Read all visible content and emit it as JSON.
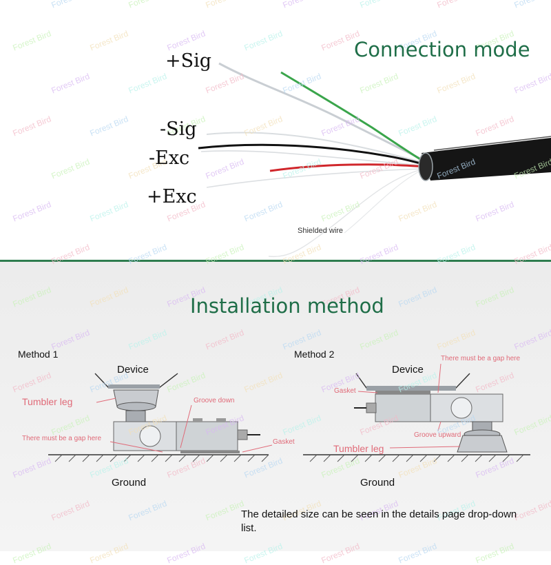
{
  "connection": {
    "title": "Connection mode",
    "wires": {
      "sig_plus": "+Sig",
      "sig_minus": "-Sig",
      "exc_minus": "-Exc",
      "exc_plus": "+Exc"
    },
    "shielded_label": "Shielded wire",
    "colors": {
      "sig_plus": "#cfd3d8",
      "sig_minus": "#39a64a",
      "exc_minus": "#111111",
      "exc_plus": "#d0262b",
      "title": "#1f6e48"
    }
  },
  "installation": {
    "title": "Installation method",
    "method1": {
      "heading": "Method 1",
      "device": "Device",
      "ground": "Ground",
      "tumbler_leg": "Tumbler leg",
      "groove": "Groove down",
      "gap": "There must be a gap here",
      "gasket": "Gasket"
    },
    "method2": {
      "heading": "Method 2",
      "device": "Device",
      "ground": "Ground",
      "gap": "There must be a gap here",
      "gasket": "Gasket",
      "groove": "Groove upward",
      "tumbler_leg": "Tumbler leg"
    },
    "note": "The detailed size can be seen in the details page drop-down list."
  },
  "watermark": "Forest Bird"
}
